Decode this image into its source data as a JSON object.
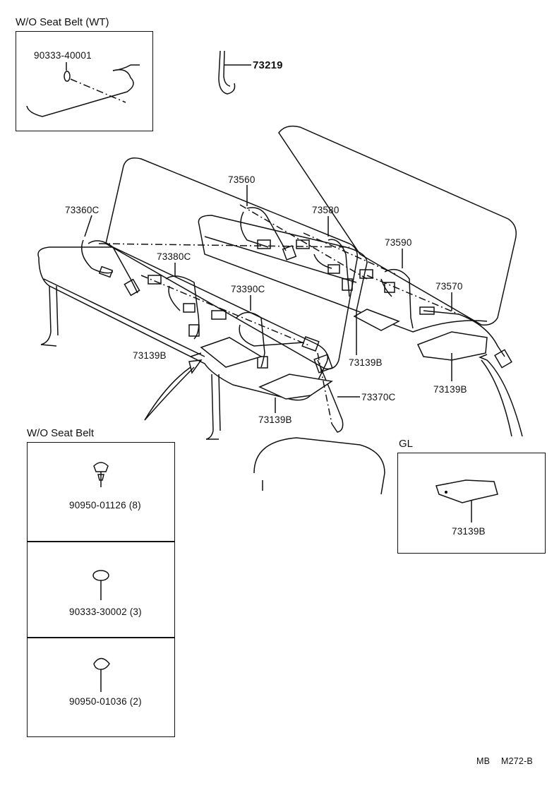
{
  "insets": {
    "wt": {
      "title": "W/O Seat Belt (WT)",
      "part": "90333-40001"
    },
    "wo": {
      "title": "W/O Seat Belt",
      "parts": [
        "90950-01126 (8)",
        "90333-30002 (3)",
        "90950-01036 (2)"
      ]
    },
    "gl": {
      "title": "GL",
      "part": "73139B"
    }
  },
  "callouts": {
    "p73219": "73219",
    "p73560": "73560",
    "p73580": "73580",
    "p73360c": "73360C",
    "p73380c": "73380C",
    "p73590": "73590",
    "p73390c": "73390C",
    "p73570": "73570",
    "p73139b_a": "73139B",
    "p73139b_b": "73139B",
    "p73139b_c": "73139B",
    "p73139b_d": "73139B",
    "p73370c": "73370C"
  },
  "footer": {
    "code1": "MB",
    "code2": "M272-B"
  }
}
